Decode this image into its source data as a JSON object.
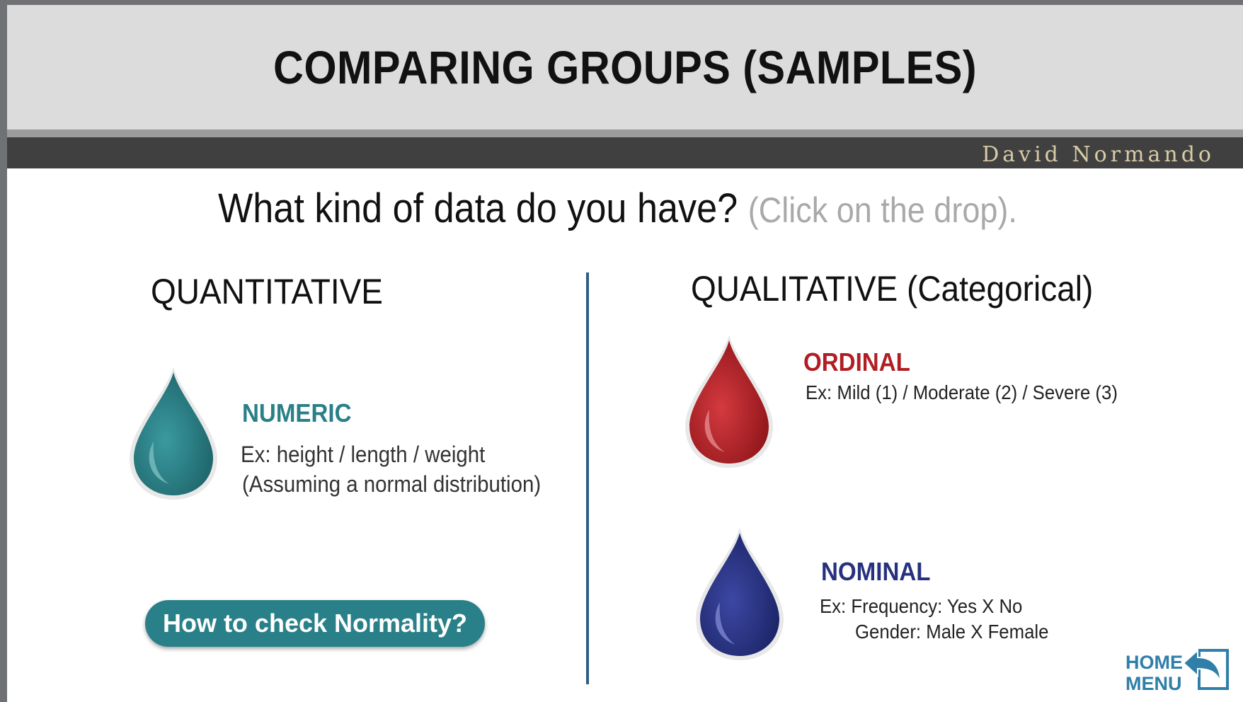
{
  "header": {
    "title": "COMPARING GROUPS (SAMPLES)",
    "author": "David Normando"
  },
  "question": {
    "text": "What kind of data do you have?",
    "hint": "(Click on the drop)."
  },
  "quantitative": {
    "heading": "QUANTITATIVE",
    "numeric": {
      "label": "NUMERIC",
      "example_line1": "Ex: height / length / weight",
      "example_line2": "(Assuming a normal distribution)",
      "color": "#2a8088"
    },
    "normality_button": "How to check Normality?"
  },
  "qualitative": {
    "heading": "QUALITATIVE (Categorical)",
    "ordinal": {
      "label": "ORDINAL",
      "example": "Ex: Mild (1) / Moderate (2) / Severe (3)",
      "color": "#b01e24"
    },
    "nominal": {
      "label": "NOMINAL",
      "example_line1": "Ex: Frequency: Yes X No",
      "example_line2": "Gender: Male X Female",
      "color": "#26317f"
    }
  },
  "home": {
    "line1": "HOME",
    "line2": "MENU",
    "icon": "return-arrow-icon"
  }
}
